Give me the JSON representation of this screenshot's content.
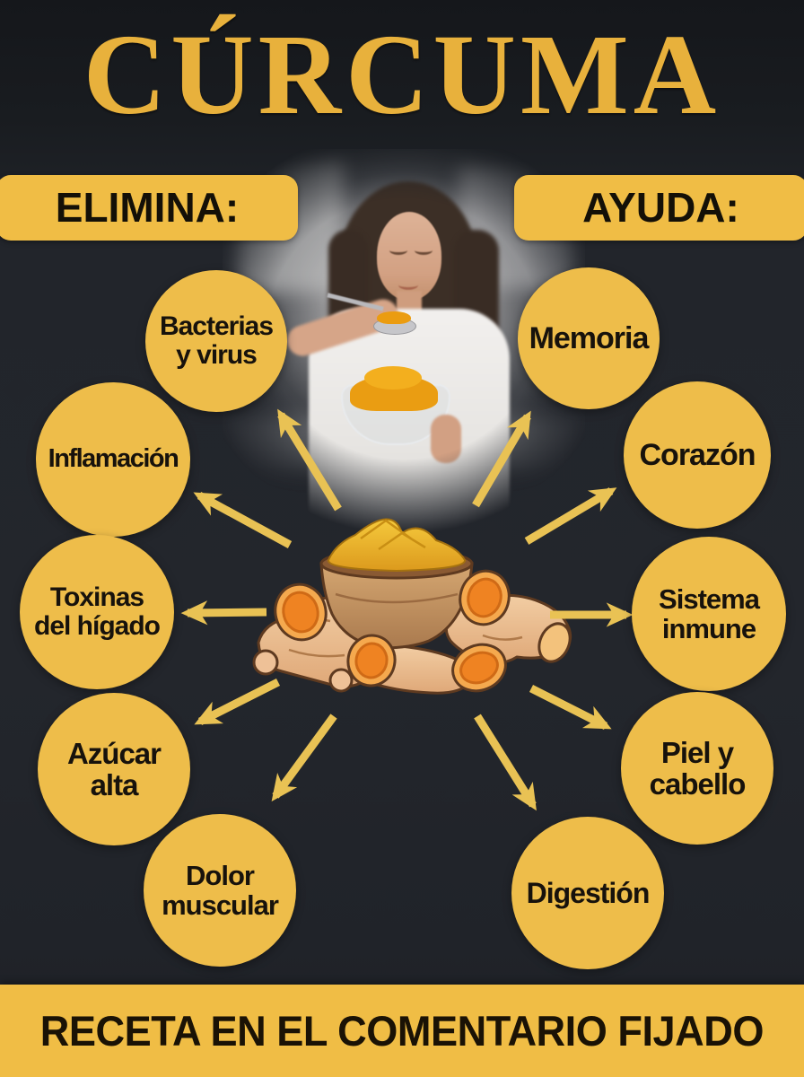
{
  "poster": {
    "title": "CÚRCUMA",
    "sections": {
      "elimina": {
        "label": "ELIMINA:",
        "items": [
          {
            "id": "bacterias-y-virus",
            "lines": [
              "Bacterias",
              "y virus"
            ]
          },
          {
            "id": "inflamacion",
            "lines": [
              "Inflamación"
            ]
          },
          {
            "id": "toxinas-del-higado",
            "lines": [
              "Toxinas",
              "del hígado"
            ]
          },
          {
            "id": "azucar-alta",
            "lines": [
              "Azúcar",
              "alta"
            ]
          },
          {
            "id": "dolor-muscular",
            "lines": [
              "Dolor",
              "muscular"
            ]
          }
        ]
      },
      "ayuda": {
        "label": "AYUDA:",
        "items": [
          {
            "id": "memoria",
            "lines": [
              "Memoria"
            ]
          },
          {
            "id": "corazon",
            "lines": [
              "Corazón"
            ]
          },
          {
            "id": "sistema-inmune",
            "lines": [
              "Sistema",
              "inmune"
            ]
          },
          {
            "id": "piel-y-cabello",
            "lines": [
              "Piel y",
              "cabello"
            ]
          },
          {
            "id": "digestion",
            "lines": [
              "Digestión"
            ]
          }
        ]
      }
    },
    "footer": {
      "text": "RECETA EN EL COMENTARIO FIJADO"
    },
    "illustrations": {
      "photo": "woman-eating-turmeric-in-kitchen",
      "center": "turmeric-bowl-powder-and-roots"
    },
    "colors": {
      "background": "#23262c",
      "accent_yellow": "#eebd4a",
      "banner_yellow": "#f0bd45",
      "arrow_yellow": "#e9c254",
      "title_gold": "#e8b13c",
      "text_black": "#17120c",
      "turmeric_orange": "#ef8322",
      "root_tan": "#edc094"
    }
  }
}
